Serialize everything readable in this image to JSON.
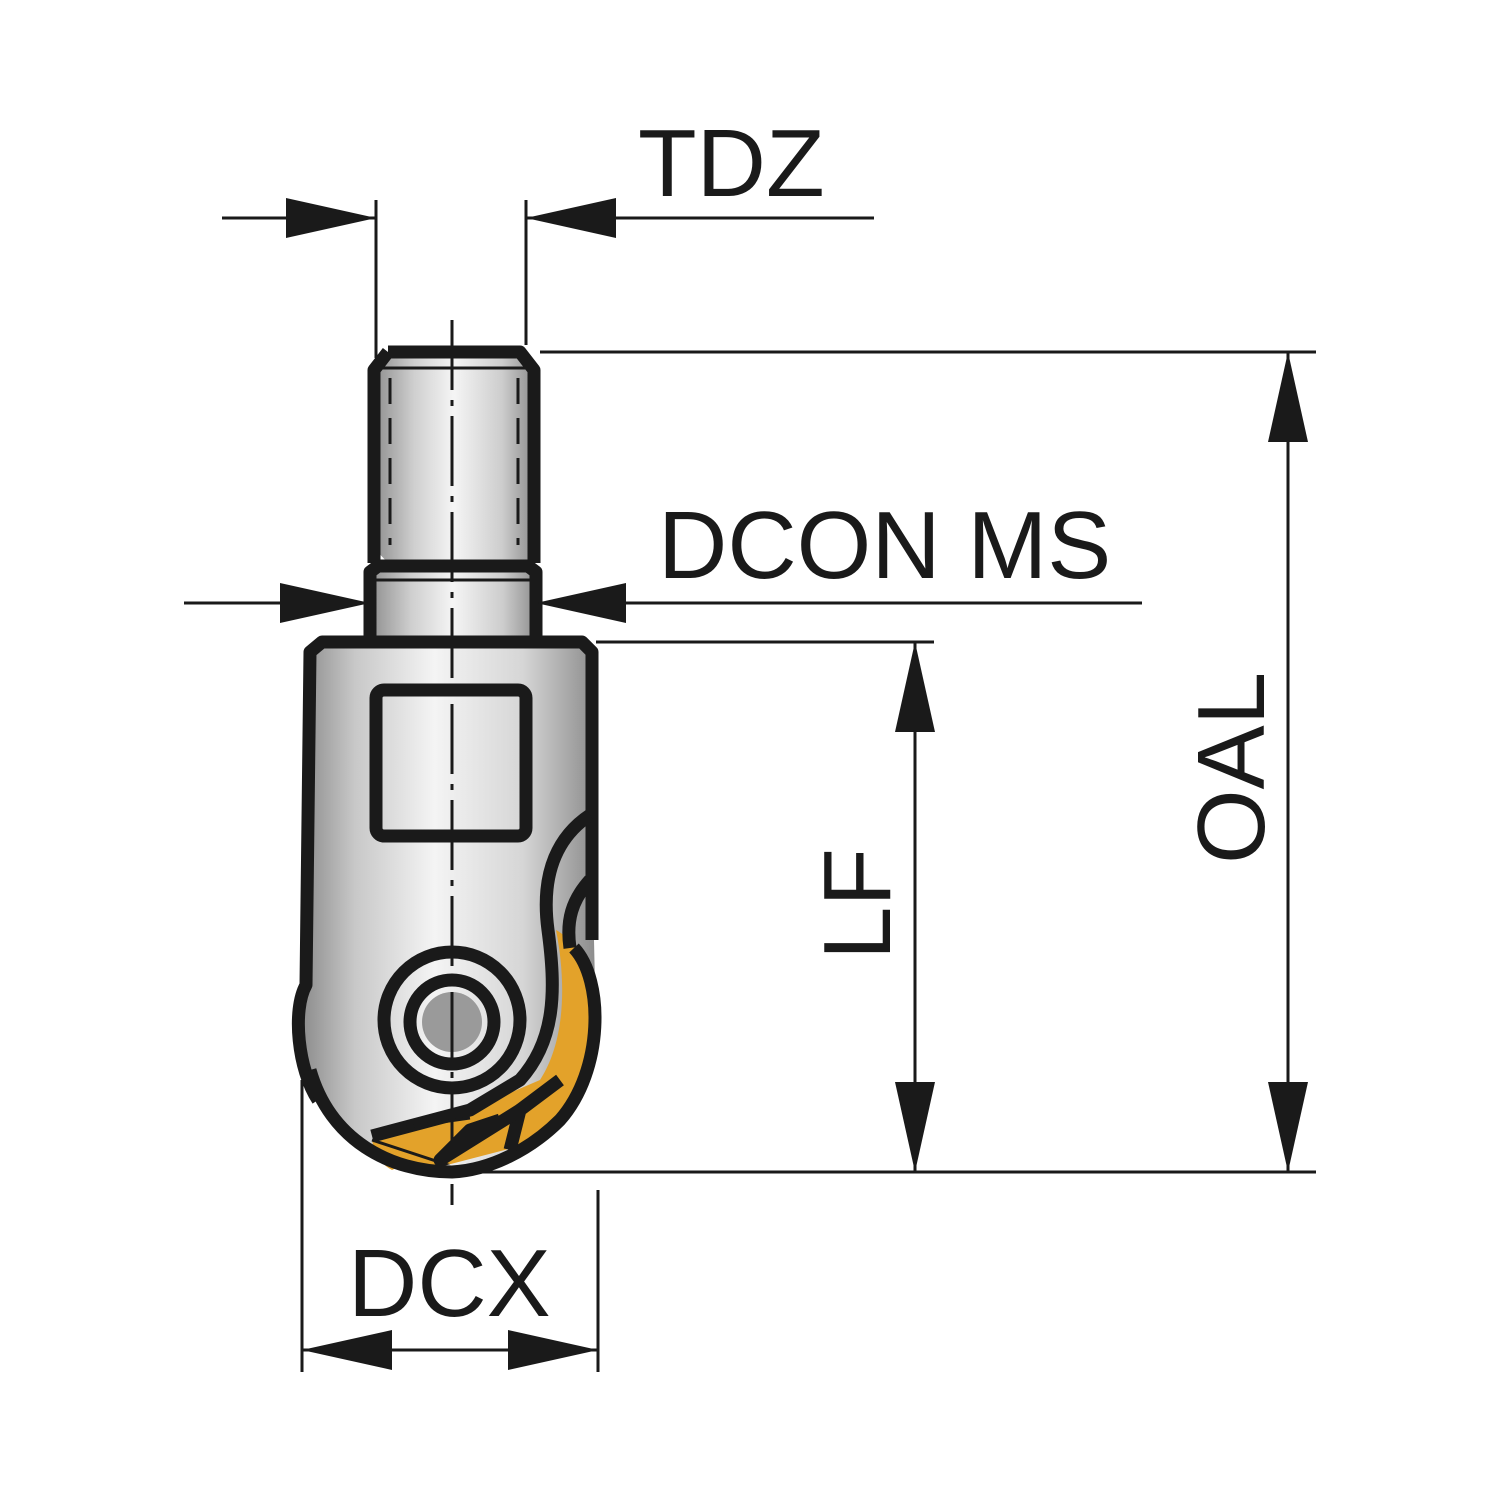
{
  "labels": {
    "tdz": "TDZ",
    "dcon_ms": "DCON MS",
    "oal": "OAL",
    "lf": "LF",
    "dcx": "DCX"
  },
  "colors": {
    "insert": "#E3A22A",
    "body_dark": "#8c8c8c",
    "body_light": "#f4f4f4",
    "line": "#1a1a1a"
  }
}
